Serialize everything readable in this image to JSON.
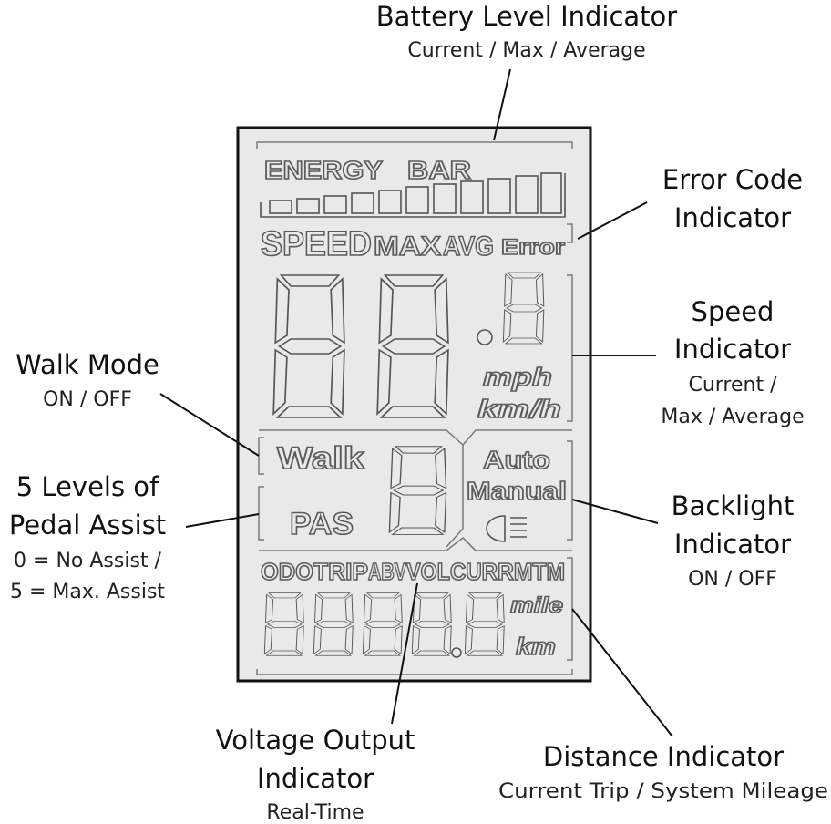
{
  "lcd": {
    "energy_label": "ENERGY",
    "bar_label": "BAR",
    "speed_label": "SPEED",
    "max_label": "MAX",
    "avg_label": "AVG",
    "error_label": "Error",
    "mph_label": "mph",
    "kmh_label": "km/h",
    "walk_label": "Walk",
    "pas_label": "PAS",
    "auto_label": "Auto",
    "manual_label": "Manual",
    "odo_label": "ODO",
    "trip_label": "TRIP",
    "abv_label": "ABV",
    "vol_label": "VOL",
    "cur_label": "CUR",
    "rmtm_label": "RMTM",
    "mile_label": "mile",
    "km_label": "km",
    "backlight_icon": "headlight-icon",
    "colors": {
      "screen": "#e9e9e9",
      "frame": "#111111",
      "segment": "#555555"
    }
  },
  "annotations": {
    "battery": {
      "title": "Battery Level Indicator",
      "sub": "Current / Max / Average"
    },
    "error": {
      "title_line1": "Error Code",
      "title_line2": "Indicator"
    },
    "speed": {
      "title_line1": "Speed",
      "title_line2": "Indicator",
      "sub_line1": "Current /",
      "sub_line2": "Max / Average"
    },
    "walk": {
      "title": "Walk Mode",
      "sub": "ON / OFF"
    },
    "pas": {
      "title_line1": "5 Levels of",
      "title_line2": "Pedal Assist",
      "sub_line1": "0 = No Assist /",
      "sub_line2": "5 = Max. Assist"
    },
    "backlight": {
      "title_line1": "Backlight",
      "title_line2": "Indicator",
      "sub": "ON / OFF"
    },
    "voltage": {
      "title_line1": "Voltage Output",
      "title_line2": "Indicator",
      "sub": "Real-Time"
    },
    "distance": {
      "title": "Distance Indicator",
      "sub": "Current Trip / System Mileage"
    }
  }
}
